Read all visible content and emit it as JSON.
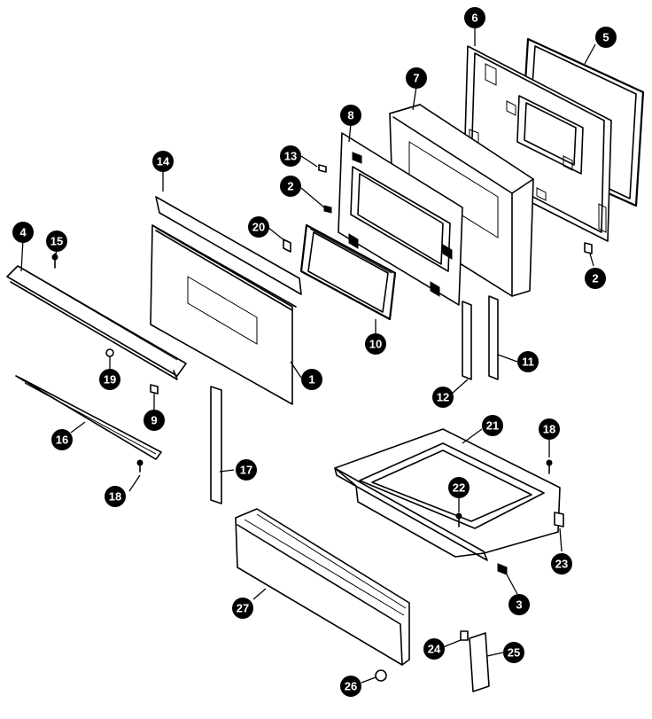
{
  "diagram": {
    "callouts": [
      {
        "id": "c1",
        "label": "1"
      },
      {
        "id": "c2a",
        "label": "2"
      },
      {
        "id": "c2b",
        "label": "2"
      },
      {
        "id": "c3",
        "label": "3"
      },
      {
        "id": "c4",
        "label": "4"
      },
      {
        "id": "c5",
        "label": "5"
      },
      {
        "id": "c6",
        "label": "6"
      },
      {
        "id": "c7",
        "label": "7"
      },
      {
        "id": "c8",
        "label": "8"
      },
      {
        "id": "c9",
        "label": "9"
      },
      {
        "id": "c10",
        "label": "10"
      },
      {
        "id": "c11",
        "label": "11"
      },
      {
        "id": "c12",
        "label": "12"
      },
      {
        "id": "c13",
        "label": "13"
      },
      {
        "id": "c14",
        "label": "14"
      },
      {
        "id": "c15",
        "label": "15"
      },
      {
        "id": "c16",
        "label": "16"
      },
      {
        "id": "c17",
        "label": "17"
      },
      {
        "id": "c18a",
        "label": "18"
      },
      {
        "id": "c18b",
        "label": "18"
      },
      {
        "id": "c19",
        "label": "19"
      },
      {
        "id": "c20",
        "label": "20"
      },
      {
        "id": "c21",
        "label": "21"
      },
      {
        "id": "c22",
        "label": "22"
      },
      {
        "id": "c23",
        "label": "23"
      },
      {
        "id": "c24",
        "label": "24"
      },
      {
        "id": "c25",
        "label": "25"
      },
      {
        "id": "c26",
        "label": "26"
      },
      {
        "id": "c27",
        "label": "27"
      }
    ]
  }
}
